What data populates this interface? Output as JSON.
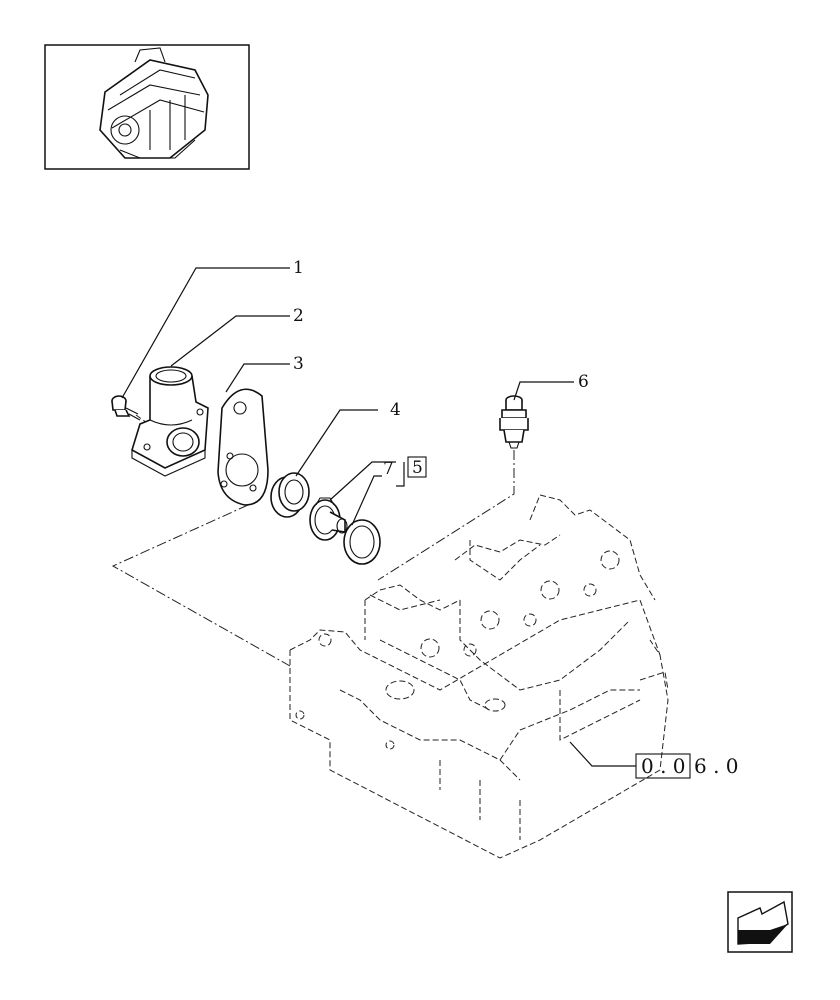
{
  "callouts": {
    "c1": "1",
    "c2": "2",
    "c3": "3",
    "c4": "4",
    "c5": "5",
    "c6": "6",
    "c7": "7"
  },
  "reference": {
    "boxed": "0 . 0",
    "rest": "6 . 0"
  },
  "icons": {
    "thumbnail": "engine-thumbnail-icon",
    "nav": "next-page-arrow-icon"
  },
  "colors": {
    "line": "#111111",
    "background": "#ffffff"
  }
}
